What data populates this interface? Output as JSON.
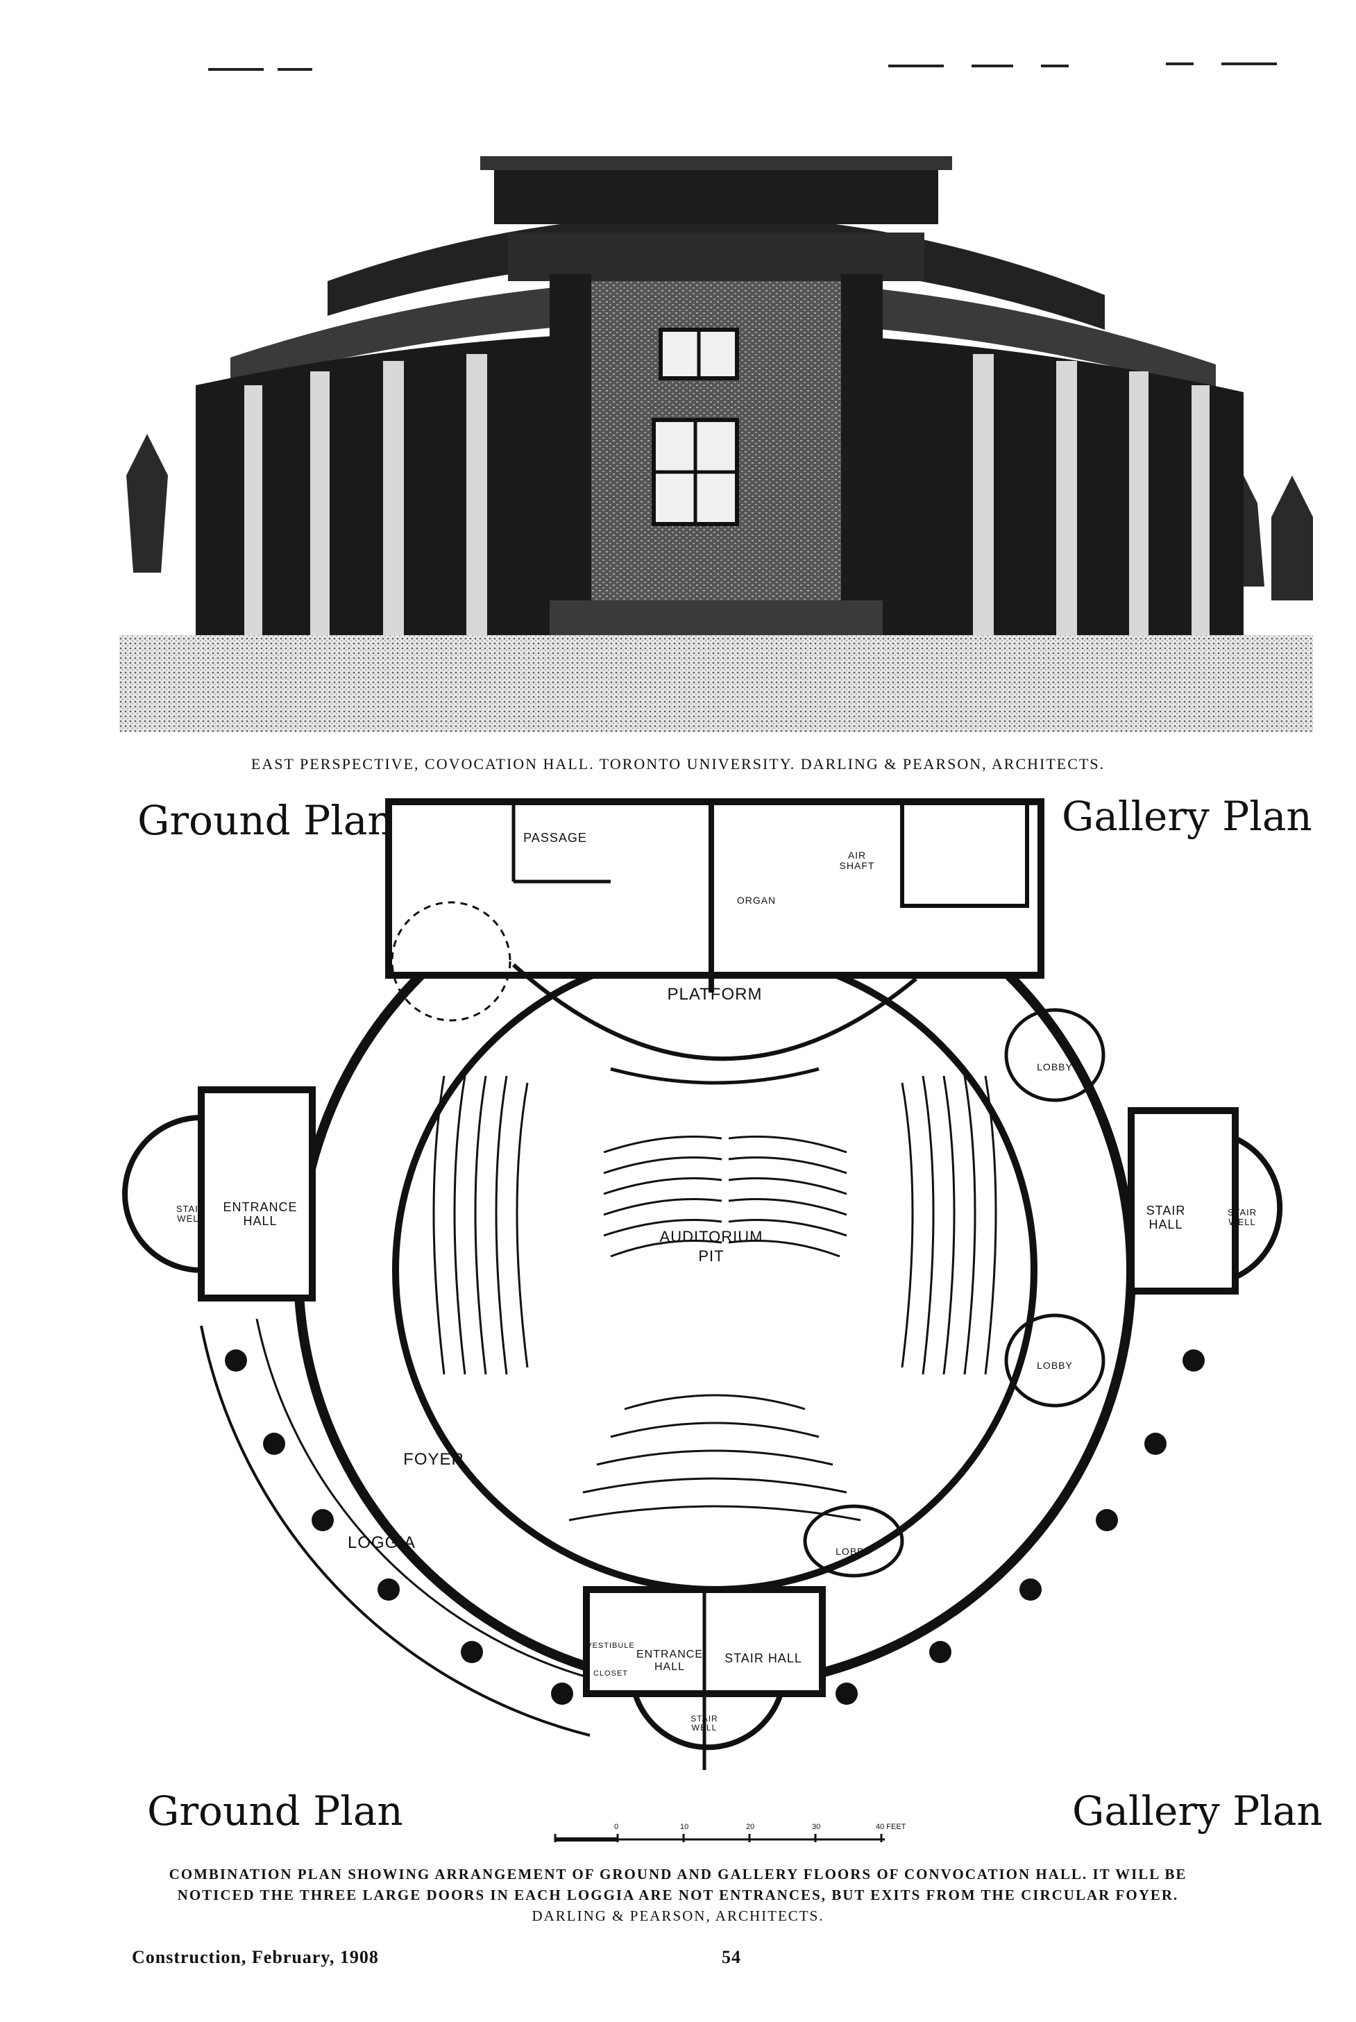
{
  "photo_caption": "EAST PERSPECTIVE, COVOCATION HALL. TORONTO UNIVERSITY.  DARLING & PEARSON, ARCHITECTS.",
  "headings": {
    "ground_plan_top": "Ground Plan",
    "gallery_plan_top": "Gallery Plan",
    "ground_plan_bottom": "Ground Plan",
    "gallery_plan_bottom": "Gallery Plan"
  },
  "rooms": {
    "passage": "PASSAGE",
    "air_shaft": "AIR SHAFT",
    "organ": "ORGAN",
    "platform": "PLATFORM",
    "lobby_upper": "LOBBY",
    "lobby_lower": "LOBBY",
    "lobby_bottom": "LOBBY",
    "stair_hall_right": "STAIR HALL",
    "stair_well_right": "STAIR WELL",
    "entrance_hall_left": "ENTRANCE HALL",
    "stair_well_left": "STAIR WELL",
    "auditorium": "AUDITORIUM",
    "pit": "PIT",
    "foyer": "FOYER",
    "loggia": "LOGGIA",
    "vestibule": "VESTIBULE",
    "closet": "CLOSET",
    "entrance_hall_bottom": "ENTRANCE HALL",
    "stair_hall_bottom": "STAIR HALL",
    "stair_well_bottom": "STAIR WELL"
  },
  "scale_labels": [
    "0",
    "10",
    "20",
    "30",
    "40 FEET"
  ],
  "plan_caption": {
    "line1": "COMBINATION PLAN SHOWING ARRANGEMENT OF GROUND AND GALLERY FLOORS OF CONVOCATION HALL.  IT WILL BE",
    "line2": "NOTICED THE THREE LARGE DOORS IN EACH LOGGIA ARE NOT ENTRANCES, BUT EXITS FROM THE CIRCULAR FOYER.",
    "line3": "DARLING & PEARSON, ARCHITECTS."
  },
  "footer": {
    "publication": "Construction, February, 1908",
    "page_number": "54"
  }
}
